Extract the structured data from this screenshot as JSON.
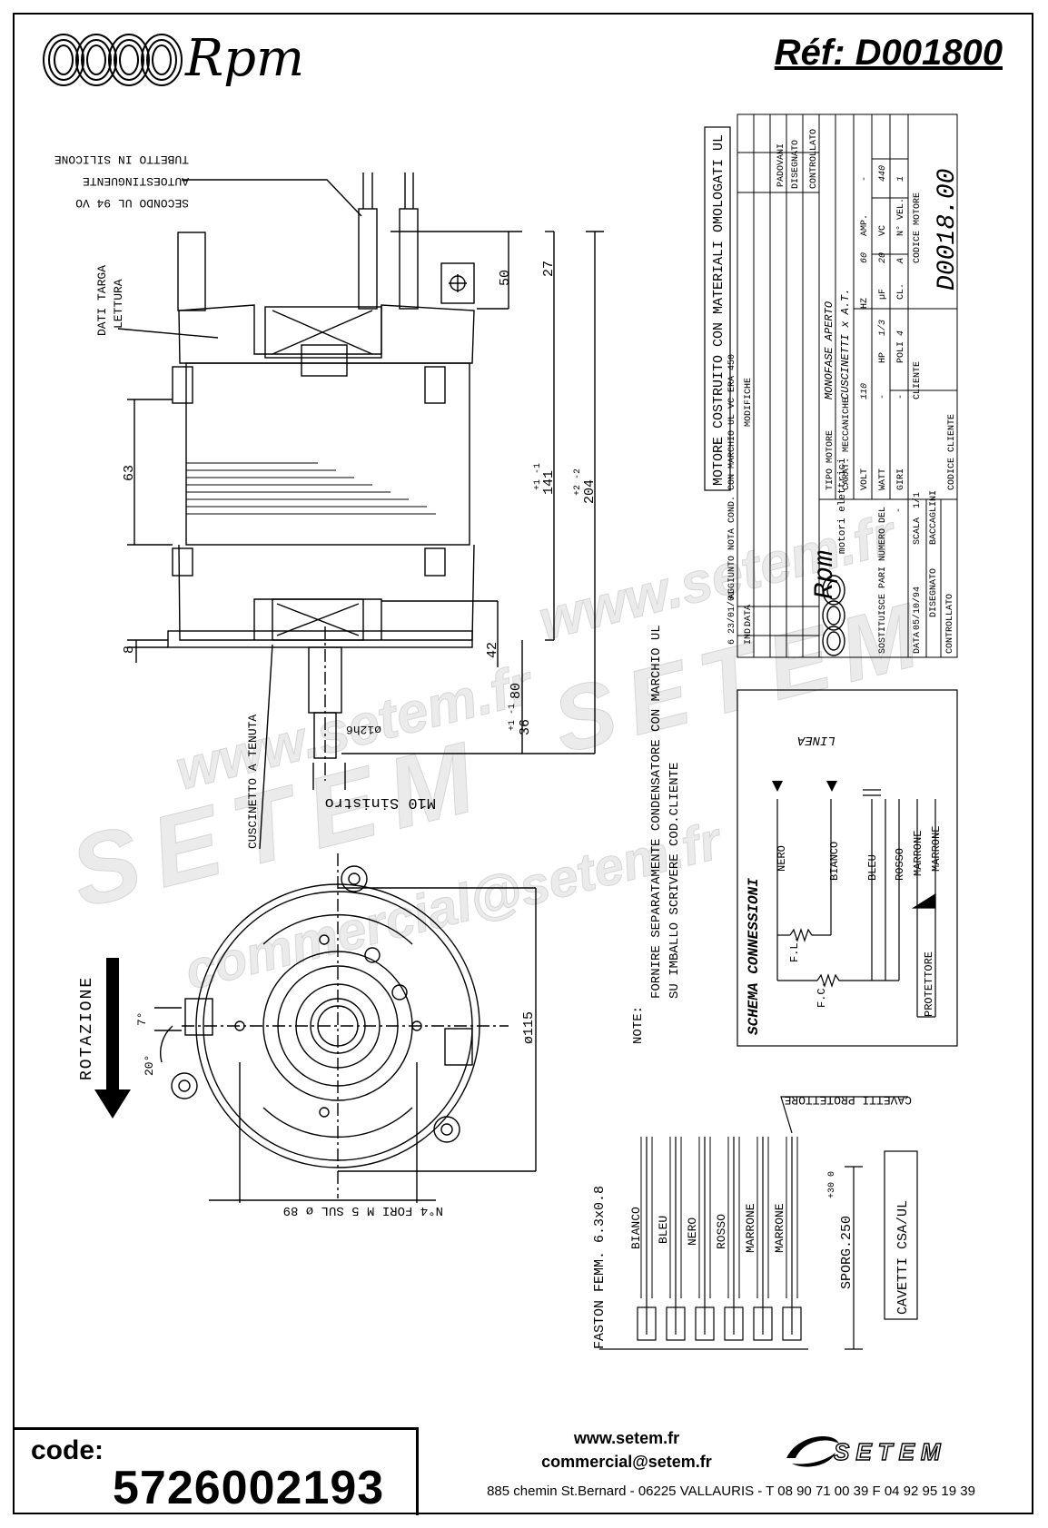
{
  "header": {
    "brand_name": "Rpm",
    "reference": "Réf:  D001800"
  },
  "notes": {
    "ul_statement": "MOTORE COSTRUITO CON MATERIALI OMOLOGATI UL",
    "note_label": "NOTE:",
    "note_line1": "FORNIRE SEPARATAMENTE CONDENSATORE CON MARCHIO UL",
    "note_line2": "SU IMBALLO SCRIVERE COD.CLIENTE"
  },
  "side_view": {
    "tube_labels": [
      "TUBETTO IN SILICONE",
      "AUTOESTINGUENTE",
      "SECONDO UL 94 VO"
    ],
    "plate_labels": [
      "DATI TARGA",
      "LETTURA"
    ],
    "bearing_label": "CUSCINETTO A TENUTA",
    "thread_label": "M10 Sinistro",
    "shaft_label": "ø12h6",
    "dimensions": {
      "d50": "50",
      "d27": "27",
      "d63": "63",
      "d141": "141",
      "d141_tol": "+1 -1",
      "d204": "204",
      "d204_tol": "+2 -2",
      "d8": "8",
      "d42": "42",
      "d80": "80",
      "d36": "36",
      "d36_tol": "+1 -1"
    }
  },
  "front_view": {
    "rotation_label": "ROTAZIONE",
    "diameter_label": "ø115",
    "holes_label": "N°4 FORI M 5 SUL ø 89",
    "angle1": "7°",
    "angle2": "20°"
  },
  "title_block": {
    "revision_no": "6",
    "revision_date": "23/01/01",
    "revision_text": "AGGIUNTO NOTA COND. CON MARCHIO UL  VC ERA 450",
    "ind_label": "IND.",
    "data_label": "DATA",
    "modifiche_label": "MODIFICHE",
    "disegnato_label": "DISEGNATO",
    "controllato_label": "CONTROLLATO",
    "signer": "PADOVANI",
    "brand_name": "Rpm",
    "brand_sub": "motori elettrici",
    "tipo_label": "TIPO MOTORE",
    "tipo_value": "MONOFASE APERTO",
    "carat_label": "CARAT. MECCANICHE",
    "carat_value": "CUSCINETTI x A.T.",
    "volt_label": "VOLT",
    "volt": "110",
    "hz_label": "HZ",
    "hz": "60",
    "amp_label": "AMP.",
    "amp": "-",
    "watt_label": "WATT",
    "watt": "-",
    "hp_label": "HP",
    "hp": "1/3",
    "uf_label": "µF",
    "uf": "20",
    "vc_label": "VC",
    "vc": "440",
    "giri_label": "GIRI",
    "giri": "-",
    "poli_label": "POLI",
    "poli": "4",
    "cl_label": "CL.",
    "cl": "A",
    "vel_label": "N° VEL.",
    "vel": "1",
    "cliente_label": "CLIENTE",
    "codice_motore_label": "CODICE MOTORE",
    "codice_motore": "D0018.00",
    "codice_cliente_label": "CODICE CLIENTE",
    "sostituisce_label": "SOSTITUISCE PARI NUMERO DEL",
    "sostituisce": "-",
    "scala_label": "SCALA",
    "scala": "1/1",
    "data_row_label": "DATA",
    "data_row": "05/10/94",
    "disegnato_row_label": "DISEGNATO",
    "disegnato_row": "BACCAGLINI",
    "controllato_row_label": "CONTROLLATO"
  },
  "schema": {
    "title": "SCHEMA CONNESSIONI",
    "linea": "LINEA",
    "wires": [
      "NERO",
      "BIANCO",
      "BLEU",
      "ROSSO",
      "MARRONE",
      "MARRONE"
    ],
    "fl": "F.L.",
    "fc": "F.C.",
    "protettore": "PROTETTORE"
  },
  "cables": {
    "protector_label": "CAVETTI PROTETTORE",
    "colors": [
      "BIANCO",
      "BLEU",
      "NERO",
      "ROSSO",
      "MARRONE",
      "MARRONE"
    ],
    "faston": "FASTON FEMM. 6.3x0.8",
    "sporg": "SPORG.250",
    "sporg_tol": "+30 0",
    "csa": "CAVETTI CSA/UL"
  },
  "watermark": {
    "line1": "www.setem.fr",
    "line2": "SETEM",
    "line3": "commercial@setem.fr",
    "line4": "www.setem.fr",
    "line5": "SETEM"
  },
  "footer": {
    "code_label": "code:",
    "code_value": "5726002193",
    "website": "www.setem.fr",
    "email": "commercial@setem.fr",
    "address": "885 chemin St.Bernard  -  06225 VALLAURIS  -  T 08 90 71 00 39  F 04 92 95 19 39",
    "setem_logo_text": "SETEM"
  }
}
